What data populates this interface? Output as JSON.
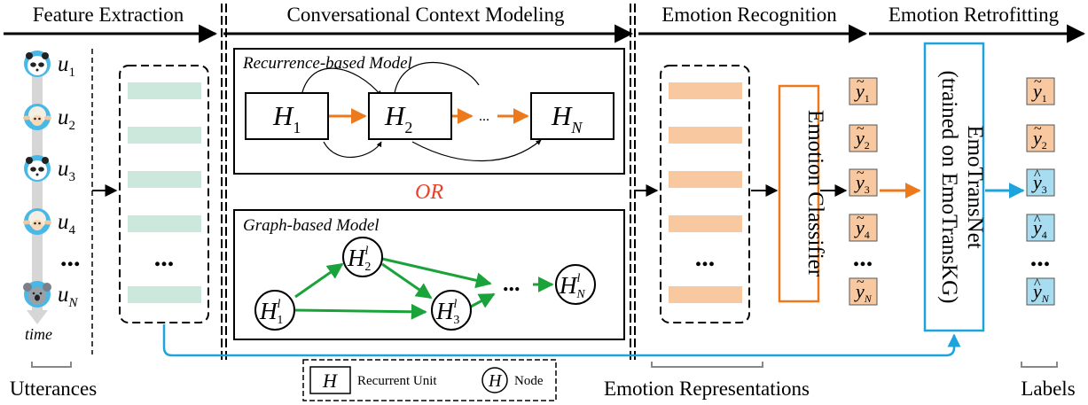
{
  "stages": {
    "feature_extraction": "Feature Extraction",
    "context_modeling": "Conversational Context Modeling",
    "emotion_recognition": "Emotion Recognition",
    "emotion_retrofitting": "Emotion Retrofitting"
  },
  "utterances": {
    "items": [
      {
        "symbol": "u",
        "sub": "1",
        "speaker": "panda"
      },
      {
        "symbol": "u",
        "sub": "2",
        "speaker": "sheep"
      },
      {
        "symbol": "u",
        "sub": "3",
        "speaker": "panda"
      },
      {
        "symbol": "u",
        "sub": "4",
        "speaker": "sheep"
      },
      {
        "symbol": "u",
        "sub": "N",
        "speaker": "koala"
      }
    ],
    "ellipsis": "...",
    "time_label": "time",
    "caption": "Utterances"
  },
  "features": {
    "ellipsis": "..."
  },
  "recurrence": {
    "title": "Recurrence-based Model",
    "nodes": [
      {
        "symbol": "H",
        "sub": "1"
      },
      {
        "symbol": "H",
        "sub": "2"
      },
      {
        "symbol": "H",
        "sub": "N"
      }
    ],
    "ellipsis": "..."
  },
  "or_label": "OR",
  "graph": {
    "title": "Graph-based Model",
    "nodes": [
      {
        "symbol": "H",
        "sub": "1",
        "sup": "l"
      },
      {
        "symbol": "H",
        "sub": "2",
        "sup": "l"
      },
      {
        "symbol": "H",
        "sub": "3",
        "sup": "l"
      },
      {
        "symbol": "H",
        "sub": "N",
        "sup": "l"
      }
    ],
    "ellipsis": "..."
  },
  "representations": {
    "ellipsis": "...",
    "caption": "Emotion Representations"
  },
  "classifier": {
    "label": "Emotion Classifier"
  },
  "predictions": {
    "items": [
      {
        "symbol": "y",
        "accent": "~",
        "sub": "1"
      },
      {
        "symbol": "y",
        "accent": "~",
        "sub": "2"
      },
      {
        "symbol": "y",
        "accent": "~",
        "sub": "3"
      },
      {
        "symbol": "y",
        "accent": "~",
        "sub": "4"
      },
      {
        "symbol": "y",
        "accent": "~",
        "sub": "N"
      }
    ],
    "ellipsis": "..."
  },
  "retrofit": {
    "line1": "EmoTransNet",
    "line2": "(trained on EmoTransKG)"
  },
  "labels": {
    "items": [
      {
        "symbol": "y",
        "accent": "~",
        "sub": "1"
      },
      {
        "symbol": "y",
        "accent": "~",
        "sub": "2"
      },
      {
        "symbol": "y",
        "accent": "^",
        "sub": "3"
      },
      {
        "symbol": "y",
        "accent": "^",
        "sub": "4"
      },
      {
        "symbol": "y",
        "accent": "^",
        "sub": "N"
      }
    ],
    "ellipsis": "...",
    "caption": "Labels"
  },
  "legend": {
    "box_symbol": "H",
    "box_label": "Recurrent Unit",
    "circle_symbol": "H",
    "circle_label": "Node"
  },
  "colors": {
    "feature_bar": "#cce8dc",
    "rep_bar": "#f8c8a0",
    "pred_fill": "#f8c8a0",
    "label_retro_fill": "#a8dcf0",
    "orange": "#ec7a1c",
    "green": "#1aa33a",
    "blue": "#1ea4dc",
    "red": "#e8402a",
    "gray": "#cfcfcf"
  }
}
